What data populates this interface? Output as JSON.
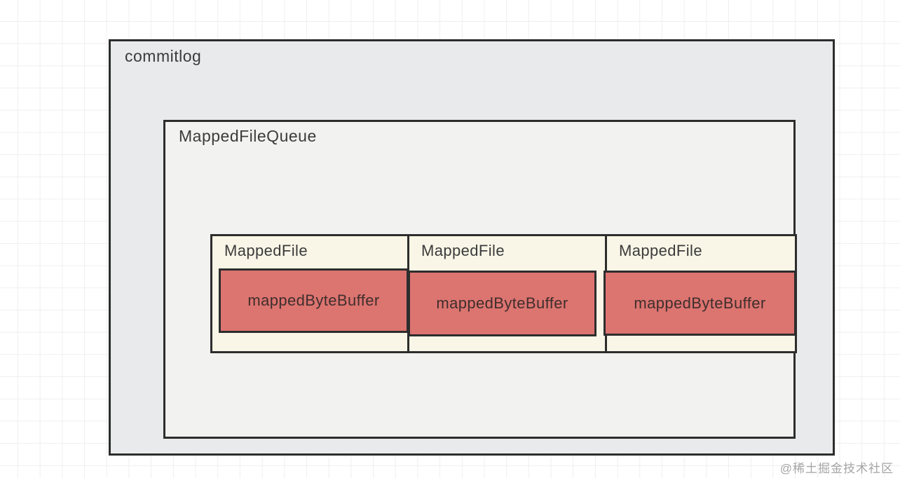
{
  "diagram": {
    "outer_box": {
      "label": "commitlog"
    },
    "queue_box": {
      "label": "MappedFileQueue"
    },
    "mapped_files": [
      {
        "label": "MappedFile",
        "buffer": "mappedByteBuffer"
      },
      {
        "label": "MappedFile",
        "buffer": "mappedByteBuffer"
      },
      {
        "label": "MappedFile",
        "buffer": "mappedByteBuffer"
      }
    ],
    "colors": {
      "outer_fill": "#e8eaeb",
      "queue_fill": "#f2f2f0",
      "file_fill": "#f9f6e7",
      "buffer_fill": "#dc7470",
      "border": "#2d2d2d",
      "grid_line": "#efefef"
    }
  },
  "watermark": {
    "text": "@稀土掘金技术社区"
  }
}
